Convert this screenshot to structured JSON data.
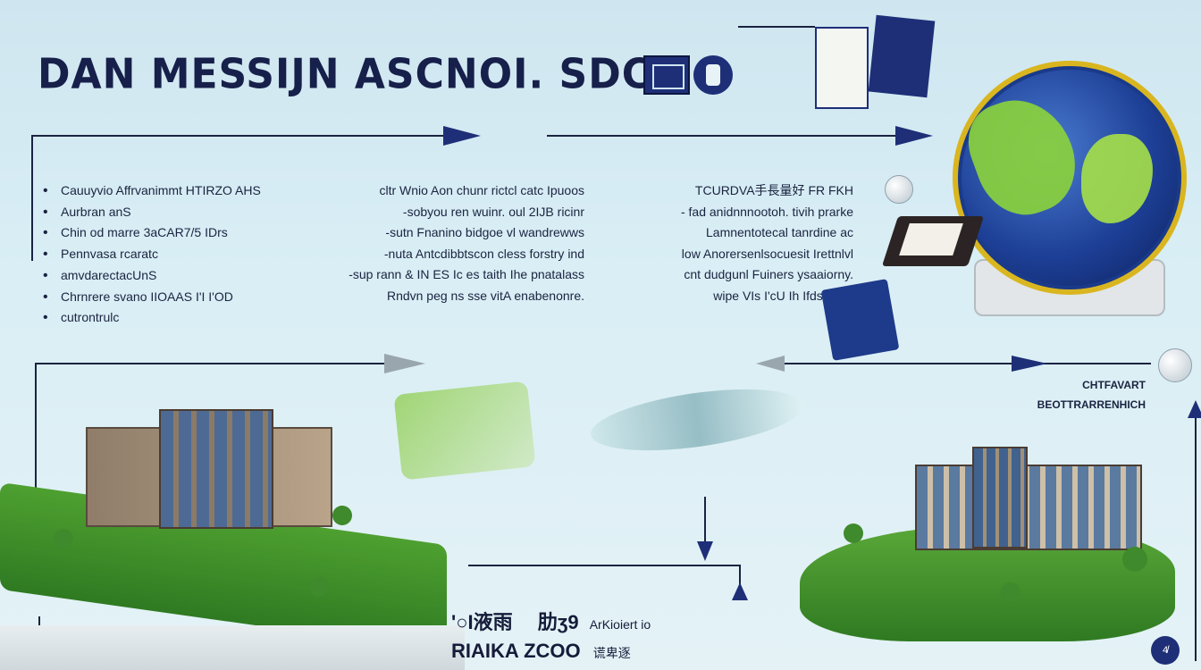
{
  "header": {
    "title": "DAN MESSIJN ASCNOI. SDCP"
  },
  "column_left": {
    "bullets": [
      "Cauuyvio Affrvanimmt HTIRZO AHS",
      "Aurbran anS",
      "Chin od marre 3aCAR7/5 IDrs",
      "Pennvasa rcaratc",
      "amvdarectacUnS",
      "Chrnrere svano IIOAAS I'I I'OD",
      "cutrontrulc"
    ]
  },
  "column_middle": {
    "lines": [
      "cltr Wnio Aon chunr rictcl catc Ipuoos",
      "-sobyou ren wuinr. oul 2IJB ricinr",
      "-sutn Fnanino bidgoe vl wandrewws",
      "-nuta Antcdibbtscon cless forstry ind",
      "-sup rann & IN ES Ic es taith Ihe pnatalass",
      "Rndvn peg ns sse vitA enabenonre."
    ]
  },
  "column_right": {
    "lines": [
      "TCURDVA手長量好 FR FKH",
      "- fad anidnnnootoh. tivih prarke",
      "Lamnentotecal tanrdine ac",
      "low Anorersenlsocuesit Irettnlvl",
      "cnt dudgunl Fuiners ysaaiorny.",
      "wipe VIs I'cU Ih Ifdsonml,"
    ]
  },
  "annotation": {
    "line1": "CHTFAVART",
    "line2": "BEOTTRARRENHICH"
  },
  "bottom": {
    "line1_a": "'○I液雨",
    "line1_b": "肋ʒ9",
    "line1_small": "ArKioiert io",
    "line2_a": "RIAIKA ZCOO",
    "line2_small": "谎卑逐"
  },
  "badge": {
    "text": "4̸̸"
  },
  "colors": {
    "ink": "#16204a",
    "arrow": "#1e2f78",
    "sky": "#d9eef5",
    "grass": "#3e8a2c",
    "globe_ring": "#d9b620"
  }
}
